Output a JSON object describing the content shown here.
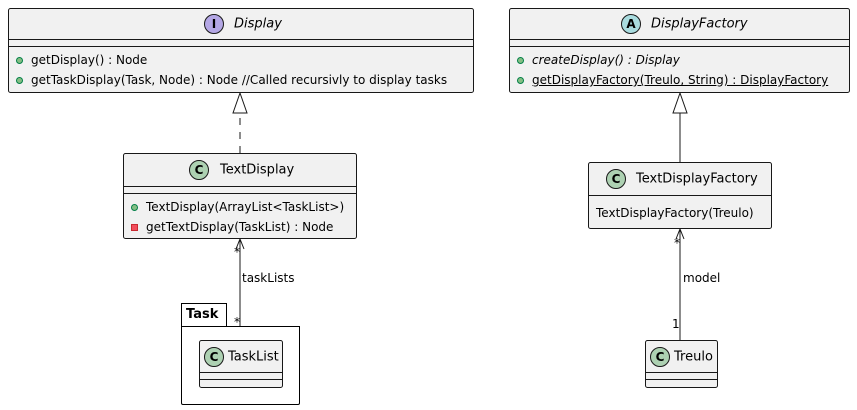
{
  "interface_display": {
    "stereotype_letter": "I",
    "name": "Display",
    "members": [
      "getDisplay() : Node",
      "getTaskDisplay(Task, Node) : Node //Called recursivly to display tasks"
    ]
  },
  "abstract_display_factory": {
    "stereotype_letter": "A",
    "name": "DisplayFactory",
    "members": [
      "createDisplay() : Display",
      "getDisplayFactory(Treulo, String) : DisplayFactory"
    ]
  },
  "class_text_display": {
    "stereotype_letter": "C",
    "name": "TextDisplay",
    "members": [
      "TextDisplay(ArrayList<TaskList>)",
      "getTextDisplay(TaskList) : Node"
    ]
  },
  "class_text_display_factory": {
    "stereotype_letter": "C",
    "name": "TextDisplayFactory",
    "members": [
      "TextDisplayFactory(Treulo)"
    ]
  },
  "package_task": {
    "name": "Task"
  },
  "class_task_list": {
    "stereotype_letter": "C",
    "name": "TaskList"
  },
  "class_treulo": {
    "stereotype_letter": "C",
    "name": "Treulo"
  },
  "associations": {
    "task_lists": {
      "label": "taskLists",
      "source_multiplicity": "*",
      "target_multiplicity": "*"
    },
    "model": {
      "label": "model",
      "source_multiplicity": "1",
      "target_multiplicity": "*"
    }
  },
  "colors": {
    "interface_badge": "#b4a7e5",
    "abstract_badge": "#a9dcdf",
    "class_badge": "#add1b2",
    "box_fill": "#f1f1f1",
    "line": "#181818"
  }
}
